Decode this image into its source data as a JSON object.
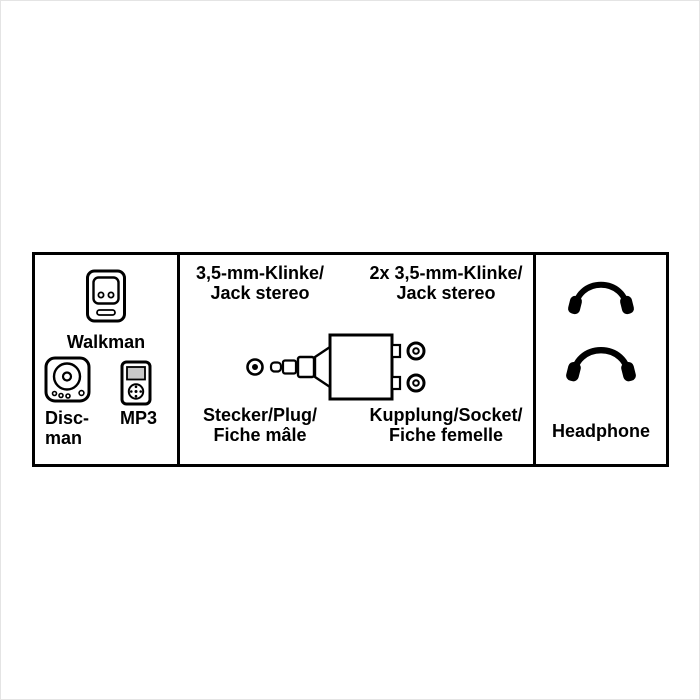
{
  "colors": {
    "line": "#000000",
    "background": "#ffffff"
  },
  "panel": {
    "players": {
      "walkman_label": "Walkman",
      "discman_label": "Disc-\nman",
      "mp3_label": "MP3"
    },
    "adapter": {
      "plug_type_label": "3,5-mm-Klinke/\nJack stereo",
      "sockets_type_label": "2x 3,5-mm-Klinke/\nJack stereo",
      "plug_gender_label": "Stecker/Plug/\nFiche mâle",
      "sockets_gender_label": "Kupplung/Socket/\nFiche femelle"
    },
    "headphones": {
      "label": "Headphone"
    }
  }
}
